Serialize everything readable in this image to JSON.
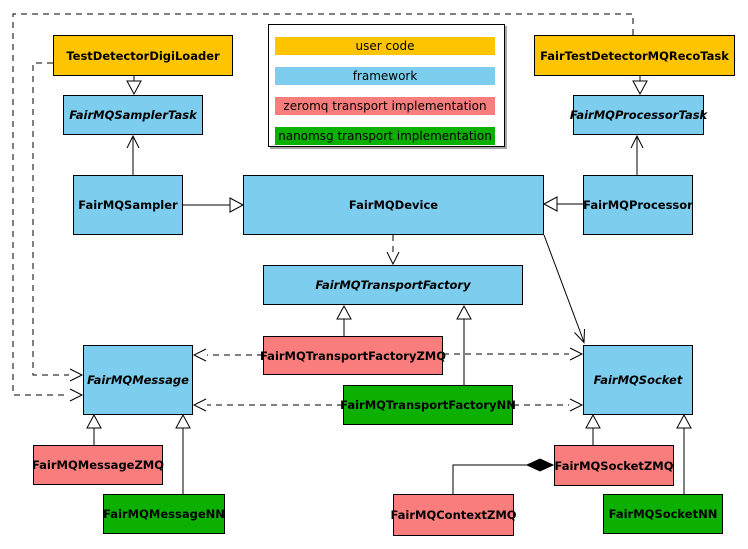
{
  "colors": {
    "user_code": "#ffc400",
    "framework": "#7dcdee",
    "zeromq": "#f97d7d",
    "nanomsg": "#0cb000"
  },
  "legend": {
    "items": [
      {
        "label": "user code",
        "color": "#ffc400"
      },
      {
        "label": "framework",
        "color": "#7dcdee"
      },
      {
        "label": "zeromq transport implementation",
        "color": "#f97d7d"
      },
      {
        "label": "nanomsg transport implementation",
        "color": "#0cb000"
      }
    ]
  },
  "nodes": {
    "test_detector_digi_loader": {
      "label": "TestDetectorDigiLoader",
      "category": "user code"
    },
    "fair_test_detector_mq_reco_task": {
      "label": "FairTestDetectorMQRecoTask",
      "category": "user code"
    },
    "fairmq_sampler_task": {
      "label": "FairMQSamplerTask",
      "category": "framework",
      "abstract": true
    },
    "fairmq_processor_task": {
      "label": "FairMQProcessorTask",
      "category": "framework",
      "abstract": true
    },
    "fairmq_sampler": {
      "label": "FairMQSampler",
      "category": "framework"
    },
    "fairmq_device": {
      "label": "FairMQDevice",
      "category": "framework"
    },
    "fairmq_processor": {
      "label": "FairMQProcessor",
      "category": "framework"
    },
    "fairmq_transport_factory": {
      "label": "FairMQTransportFactory",
      "category": "framework",
      "abstract": true
    },
    "fairmq_transport_factory_zmq": {
      "label": "FairMQTransportFactoryZMQ",
      "category": "zeromq"
    },
    "fairmq_transport_factory_nn": {
      "label": "FairMQTransportFactoryNN",
      "category": "nanomsg"
    },
    "fairmq_message": {
      "label": "FairMQMessage",
      "category": "framework",
      "abstract": true
    },
    "fairmq_socket": {
      "label": "FairMQSocket",
      "category": "framework",
      "abstract": true
    },
    "fairmq_message_zmq": {
      "label": "FairMQMessageZMQ",
      "category": "zeromq"
    },
    "fairmq_message_nn": {
      "label": "FairMQMessageNN",
      "category": "nanomsg"
    },
    "fairmq_socket_zmq": {
      "label": "FairMQSocketZMQ",
      "category": "zeromq"
    },
    "fairmq_context_zmq": {
      "label": "FairMQContextZMQ",
      "category": "zeromq"
    },
    "fairmq_socket_nn": {
      "label": "FairMQSocketNN",
      "category": "nanomsg"
    }
  }
}
